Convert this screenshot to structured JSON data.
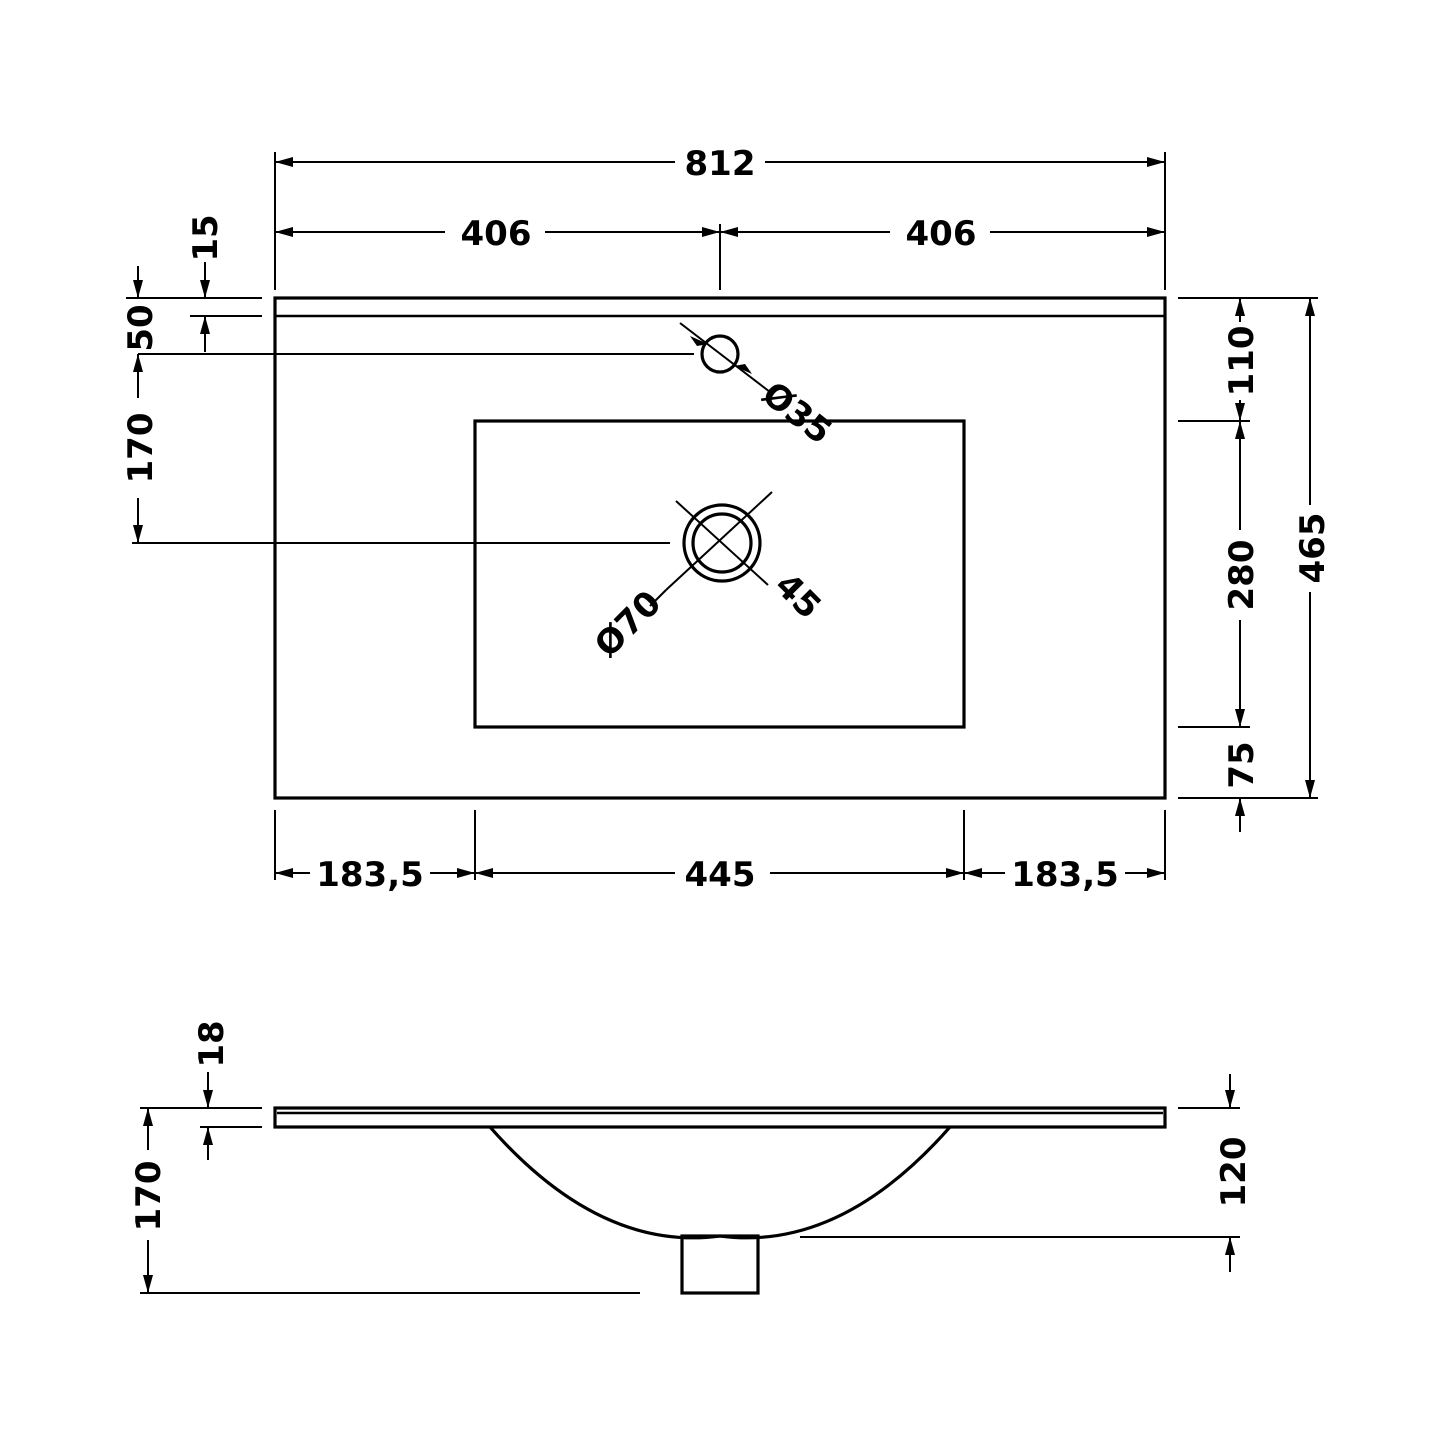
{
  "plan_view": {
    "overall_width": "812",
    "half_width_left": "406",
    "half_width_right": "406",
    "back_edge": "15",
    "tap_hole_offset": "50",
    "waste_offset": "170",
    "tap_hole_diameter": "Ø35",
    "waste_diameter": "Ø70",
    "waste_inner": "45",
    "bowl_top_margin": "110",
    "bowl_depth": "280",
    "bowl_front_margin": "75",
    "overall_depth": "465",
    "side_margin_left": "183,5",
    "bowl_width": "445",
    "side_margin_right": "183,5"
  },
  "side_view": {
    "top_thickness": "18",
    "total_height": "170",
    "bowl_height": "120"
  }
}
